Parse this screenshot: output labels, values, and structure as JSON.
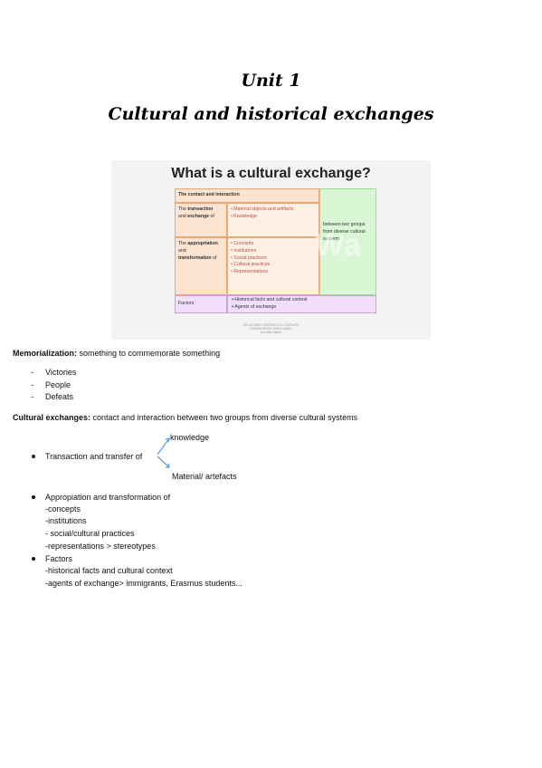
{
  "title_line1": "Unit 1",
  "title_line2": "Cultural and historical exchanges",
  "slide": {
    "title": "What is a cultural exchange?",
    "row_contact": "The contact and interaction",
    "transaction_pre": "The ",
    "transaction_bold": "transaction",
    "transaction_mid": "and ",
    "exchange_bold": "exchange",
    "exchange_post": " of",
    "transaction_items": [
      "Material objects and artifacts",
      "Knowledge"
    ],
    "appropriation_pre": "The ",
    "appropriation_bold": "appropriation",
    "and_word": "and",
    "transformation_bold": "transformation",
    "transformation_post": " of",
    "appropriation_items": [
      "Concepts",
      "Institutions",
      "Social practices",
      "Cultural practices",
      "Representations"
    ],
    "between_text": "between two groups from diverse cultural systems",
    "factors_label": "Factors",
    "factors_items": [
      "➢Historical facts and cultural context",
      "➢Agents of exchange"
    ],
    "watermark": "Wa",
    "footer_lines": [
      "RELACIONES HISTÓRICO-CULTURALES",
      "ESPAÑA-REINO UNIDO-UNIÓN",
      "Ana Marí Martín"
    ]
  },
  "memorialization": {
    "term": "Memorialization:",
    "definition": " something to commemorate something",
    "items": [
      "Victories",
      "People",
      "Defeats"
    ]
  },
  "cultural_exchanges": {
    "term": "Cultural exchanges:",
    "definition": " contact and interaction between two groups from diverse cultural systems"
  },
  "transaction_bullet": {
    "text": "Transaction and transfer of",
    "branch_top": "knowledge",
    "branch_bottom": "Material/ artefacts"
  },
  "appropriation_bullet": {
    "heading": "Appropiation and transformation of",
    "lines": [
      "-concepts",
      "-institutions",
      "- social/cultural practices",
      "-representations > stereotypes"
    ]
  },
  "factors_bullet": {
    "heading": "Factors",
    "lines": [
      "-historical facts and cultural context",
      "-agents of exchange> immigrants, Erasmus students..."
    ]
  },
  "colors": {
    "arrow": "#5b9bd5",
    "orange_fill": "#fbe3cf",
    "green_fill": "#d9f7d4",
    "purple_fill": "#f1defa"
  }
}
